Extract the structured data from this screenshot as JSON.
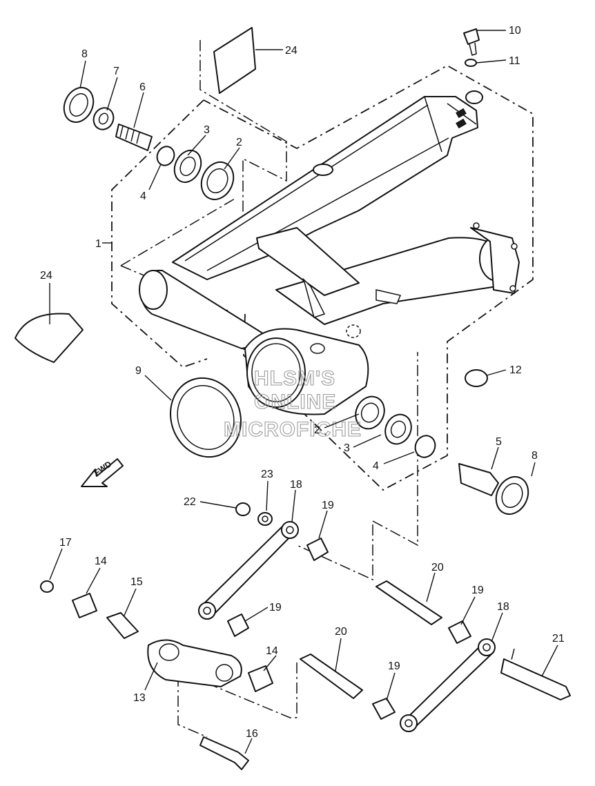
{
  "watermark": [
    "HLSM'S",
    "ONLINE",
    "MICROFICHE"
  ],
  "fwd_label": "FWD",
  "callouts": [
    "1",
    "2",
    "3",
    "4",
    "5",
    "6",
    "7",
    "8",
    "9",
    "10",
    "11",
    "12",
    "13",
    "14",
    "15",
    "16",
    "17",
    "18",
    "19",
    "20",
    "21",
    "22",
    "23",
    "24"
  ]
}
